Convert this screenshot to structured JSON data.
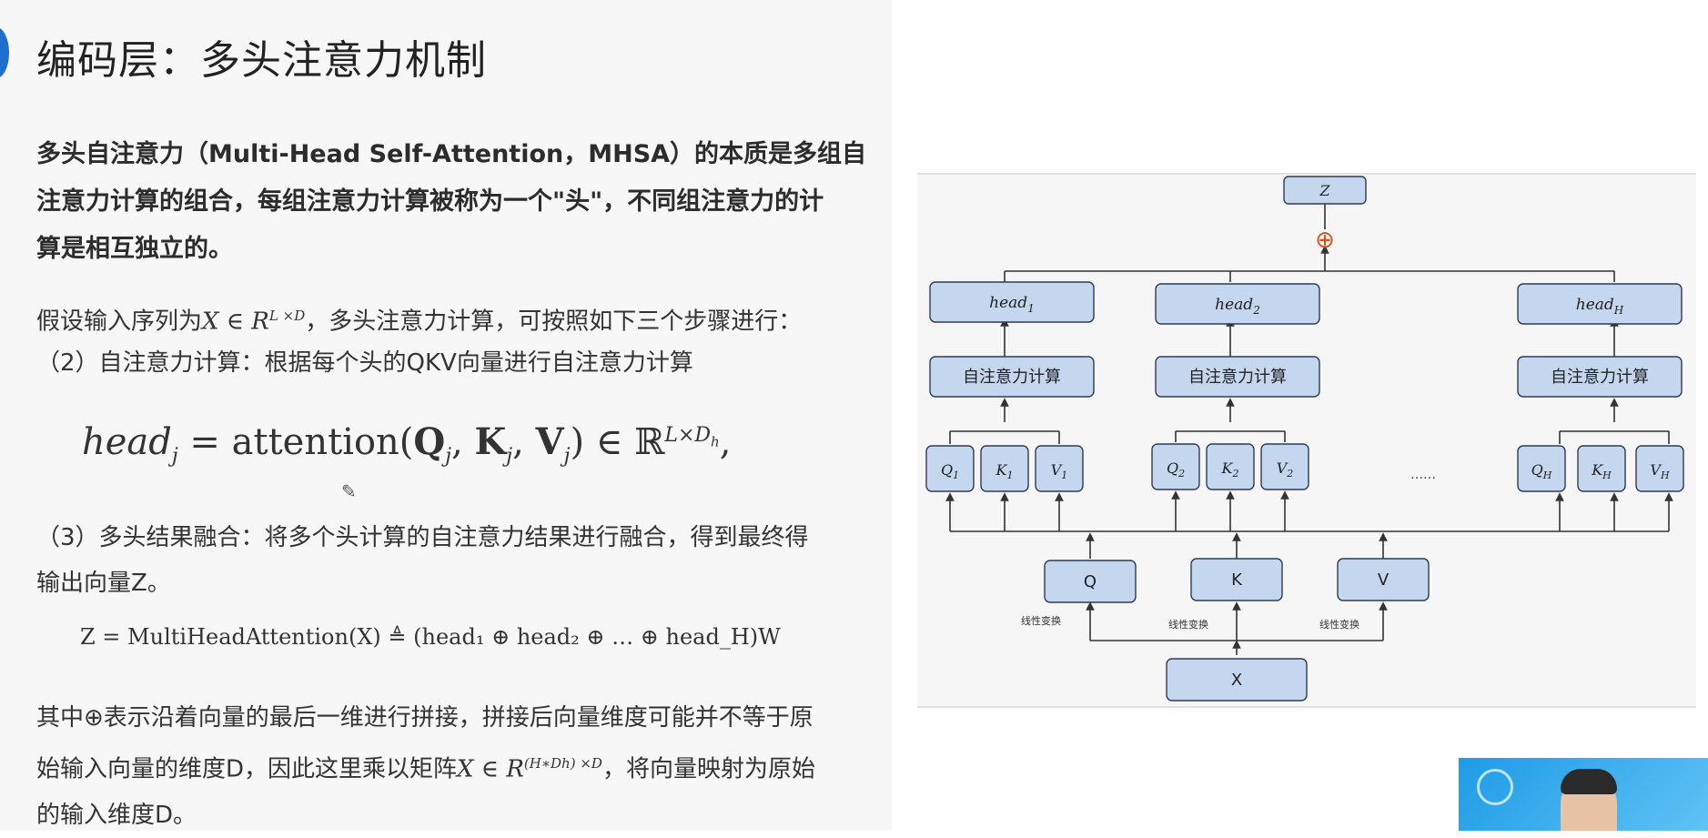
{
  "title": "编码层：多头注意力机制",
  "intro": [
    "多头自注意力（Multi-Head Self-Attention，MHSA）的本质是多组自",
    "注意力计算的组合，每组注意力计算被称为一个\"头\"，不同组注意力的计",
    "算是相互独立的。"
  ],
  "assume_pre": "假设输入序列为",
  "assume_math": "X ∈ R",
  "assume_sup": "L ×D",
  "assume_post": "，多头注意力计算，可按照如下三个步骤进行：",
  "step2": "（2）自注意力计算：根据每个头的QKV向量进行自注意力计算",
  "eq1": {
    "lhs": "head",
    "lhs_sub": "j",
    "mid": " = attention(",
    "q": "Q",
    "k": "K",
    "v": "V",
    "sub": "j",
    "comma": ", ",
    "close": ") ∈ ℝ",
    "sup": "L×D",
    "sup_sub": "h",
    "end": ","
  },
  "step3_lines": [
    "（3）多头结果融合：将多个头计算的自注意力结果进行融合，得到最终得",
    "输出向量Z。"
  ],
  "eq2": "Z = MultiHeadAttention(X) ≜ (head₁ ⊕ head₂ ⊕ … ⊕ head_H)W",
  "conclusion": {
    "line1": "其中⊕表示沿着向量的最后一维进行拼接，拼接后向量维度可能并不等于原",
    "line2_pre": "始输入向量的维度D，因此这里乘以矩阵",
    "line2_math": "X ∈ R",
    "line2_sup": "(H∗Dh) ×D",
    "line2_post": "，将向量映射为原始",
    "line3": "的输入维度D。"
  },
  "diagram": {
    "z": "Z",
    "concat": "⊕",
    "heads": [
      {
        "head": "head",
        "sub": "1",
        "calc": "自注意力计算",
        "q": "Q",
        "k": "K",
        "v": "V",
        "idx": "1"
      },
      {
        "head": "head",
        "sub": "2",
        "calc": "自注意力计算",
        "q": "Q",
        "k": "K",
        "v": "V",
        "idx": "2"
      },
      {
        "head": "head",
        "sub": "H",
        "calc": "自注意力计算",
        "q": "Q",
        "k": "K",
        "v": "V",
        "idx": "H"
      }
    ],
    "dots": "……",
    "proj": [
      "Q",
      "K",
      "V"
    ],
    "linear": "线性变换",
    "x": "X"
  },
  "colors": {
    "box_fill": "#c5d7ee",
    "box_stroke": "#2e3b52",
    "concat": "#d1561b",
    "accent": "#1f6fd1"
  }
}
